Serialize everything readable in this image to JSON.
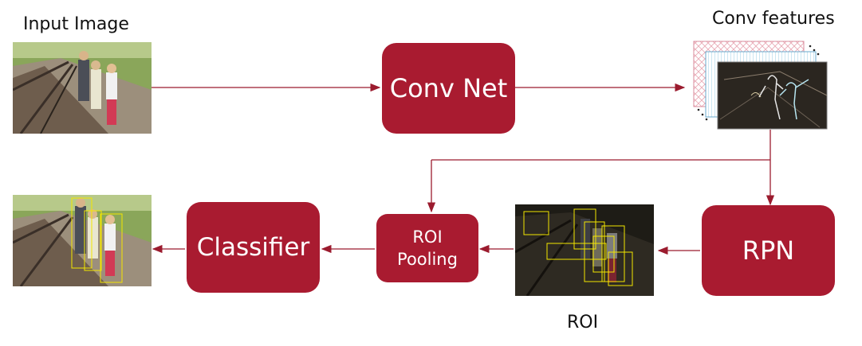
{
  "labels": {
    "input_image": "Input Image",
    "conv_features": "Conv features",
    "roi": "ROI"
  },
  "blocks": {
    "conv_net": "Conv Net",
    "rpn": "RPN",
    "roi_pooling_line1": "ROI",
    "roi_pooling_line2": "Pooling",
    "classifier": "Classifier"
  },
  "colors": {
    "block_fill": "#a91b30",
    "arrow": "#9b1b2e",
    "roi_box": "#f3e600",
    "detection_box": "#f3e600"
  }
}
